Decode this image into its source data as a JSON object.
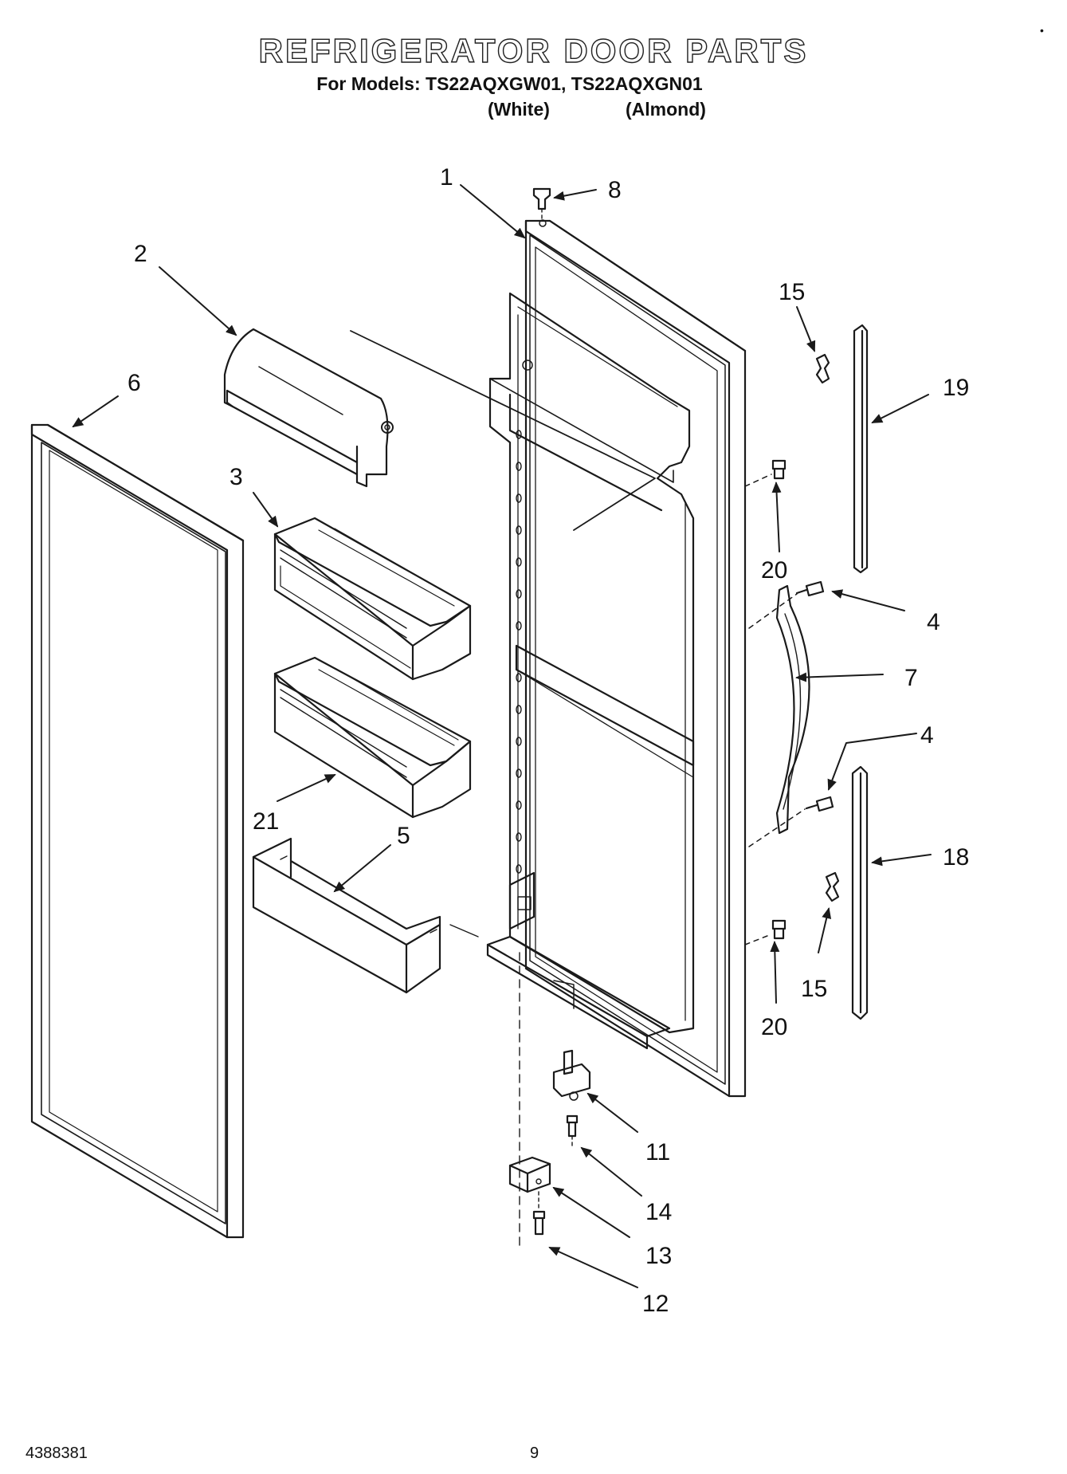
{
  "header": {
    "title": "REFRIGERATOR DOOR PARTS",
    "models_line": "For Models: TS22AQXGW01, TS22AQXGN01",
    "variant_white": "(White)",
    "variant_almond": "(Almond)"
  },
  "callouts": {
    "c1": "1",
    "c2": "2",
    "c3": "3",
    "c4a": "4",
    "c4b": "4",
    "c5": "5",
    "c6": "6",
    "c7": "7",
    "c8": "8",
    "c11": "11",
    "c12": "12",
    "c13": "13",
    "c14": "14",
    "c15a": "15",
    "c15b": "15",
    "c18": "18",
    "c19": "19",
    "c20a": "20",
    "c20b": "20",
    "c21": "21"
  },
  "footer": {
    "doc_number": "4388381",
    "page_number": "9",
    "corner_mark": "•"
  }
}
